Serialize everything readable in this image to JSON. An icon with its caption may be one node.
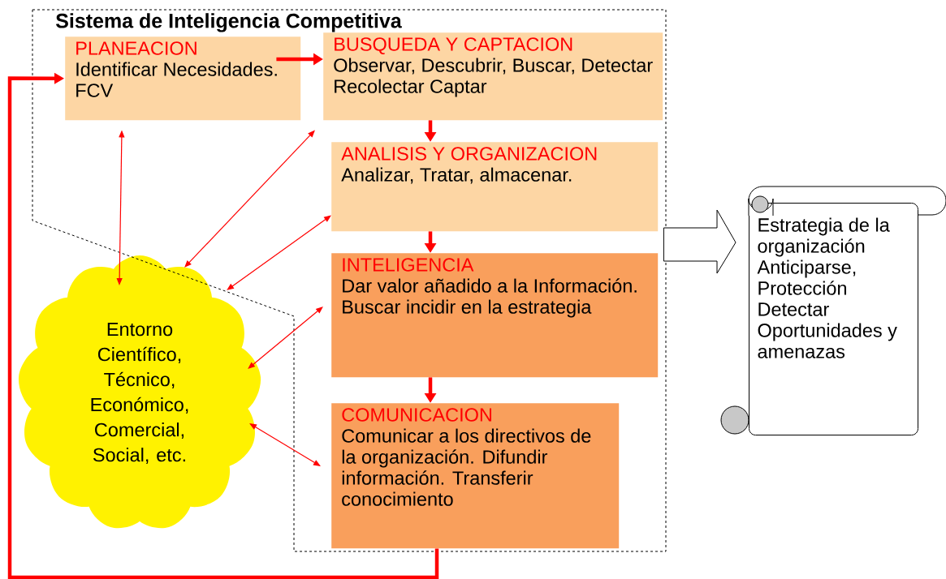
{
  "diagram": {
    "nodes": [
      {
        "text": [
          "Sistema de Inteligencia Competitiva"
        ]
      },
      {
        "text": [
          "PLANEACION",
          "Identificar Necesidades. FCV"
        ],
        "in": 0
      },
      {
        "text": [
          "BUSQUEDA Y CAPTACION",
          "Observar, Descubrir, Buscar, Detectar Recolectar Captar"
        ],
        "in": 0
      },
      {
        "text": [
          "ANALISIS Y ORGANIZACION",
          "Analizar, Tratar, almacenar."
        ],
        "in": 0
      },
      {
        "text": [
          "INTELIGENCIA",
          "Dar valor añadido a la Información. Buscar incidir en la estrategia"
        ],
        "in": 0
      },
      {
        "text": [
          "COMUNICACION",
          "Comunicar a los directivos de la organización. Difundir información. Transferir conocimiento"
        ],
        "in": 0
      },
      {
        "text": [
          "Entorno Científico, Técnico, Económico, Comercial, Social, etc."
        ]
      },
      {
        "text": [
          "Estrategia de la organización Anticiparse, Protección Detectar Oportunidades y amenazas"
        ]
      }
    ],
    "edges": [
      {
        "from": 1,
        "to": 2,
        "arrow": "to",
        "style": "thick",
        "color": "#ff0000"
      },
      {
        "from": 2,
        "to": 3,
        "arrow": "to",
        "style": "thick",
        "color": "#ff0000"
      },
      {
        "from": 3,
        "to": 4,
        "arrow": "to",
        "style": "thick",
        "color": "#ff0000"
      },
      {
        "from": 4,
        "to": 5,
        "arrow": "to",
        "style": "thick",
        "color": "#ff0000"
      },
      {
        "from": 5,
        "to": 1,
        "arrow": "to",
        "style": "thick",
        "color": "#ff0000"
      },
      {
        "from": 6,
        "to": 1,
        "arrow": "both",
        "color": "#ff0000"
      },
      {
        "from": 6,
        "to": 2,
        "arrow": "both",
        "color": "#ff0000"
      },
      {
        "from": 6,
        "to": 3,
        "arrow": "both",
        "color": "#ff0000"
      },
      {
        "from": 6,
        "to": 4,
        "arrow": "both",
        "color": "#ff0000"
      },
      {
        "from": 6,
        "to": 5,
        "arrow": "both",
        "color": "#ff0000"
      },
      {
        "from": 4,
        "to": 7,
        "arrow": "to",
        "color": "#000000"
      }
    ]
  }
}
